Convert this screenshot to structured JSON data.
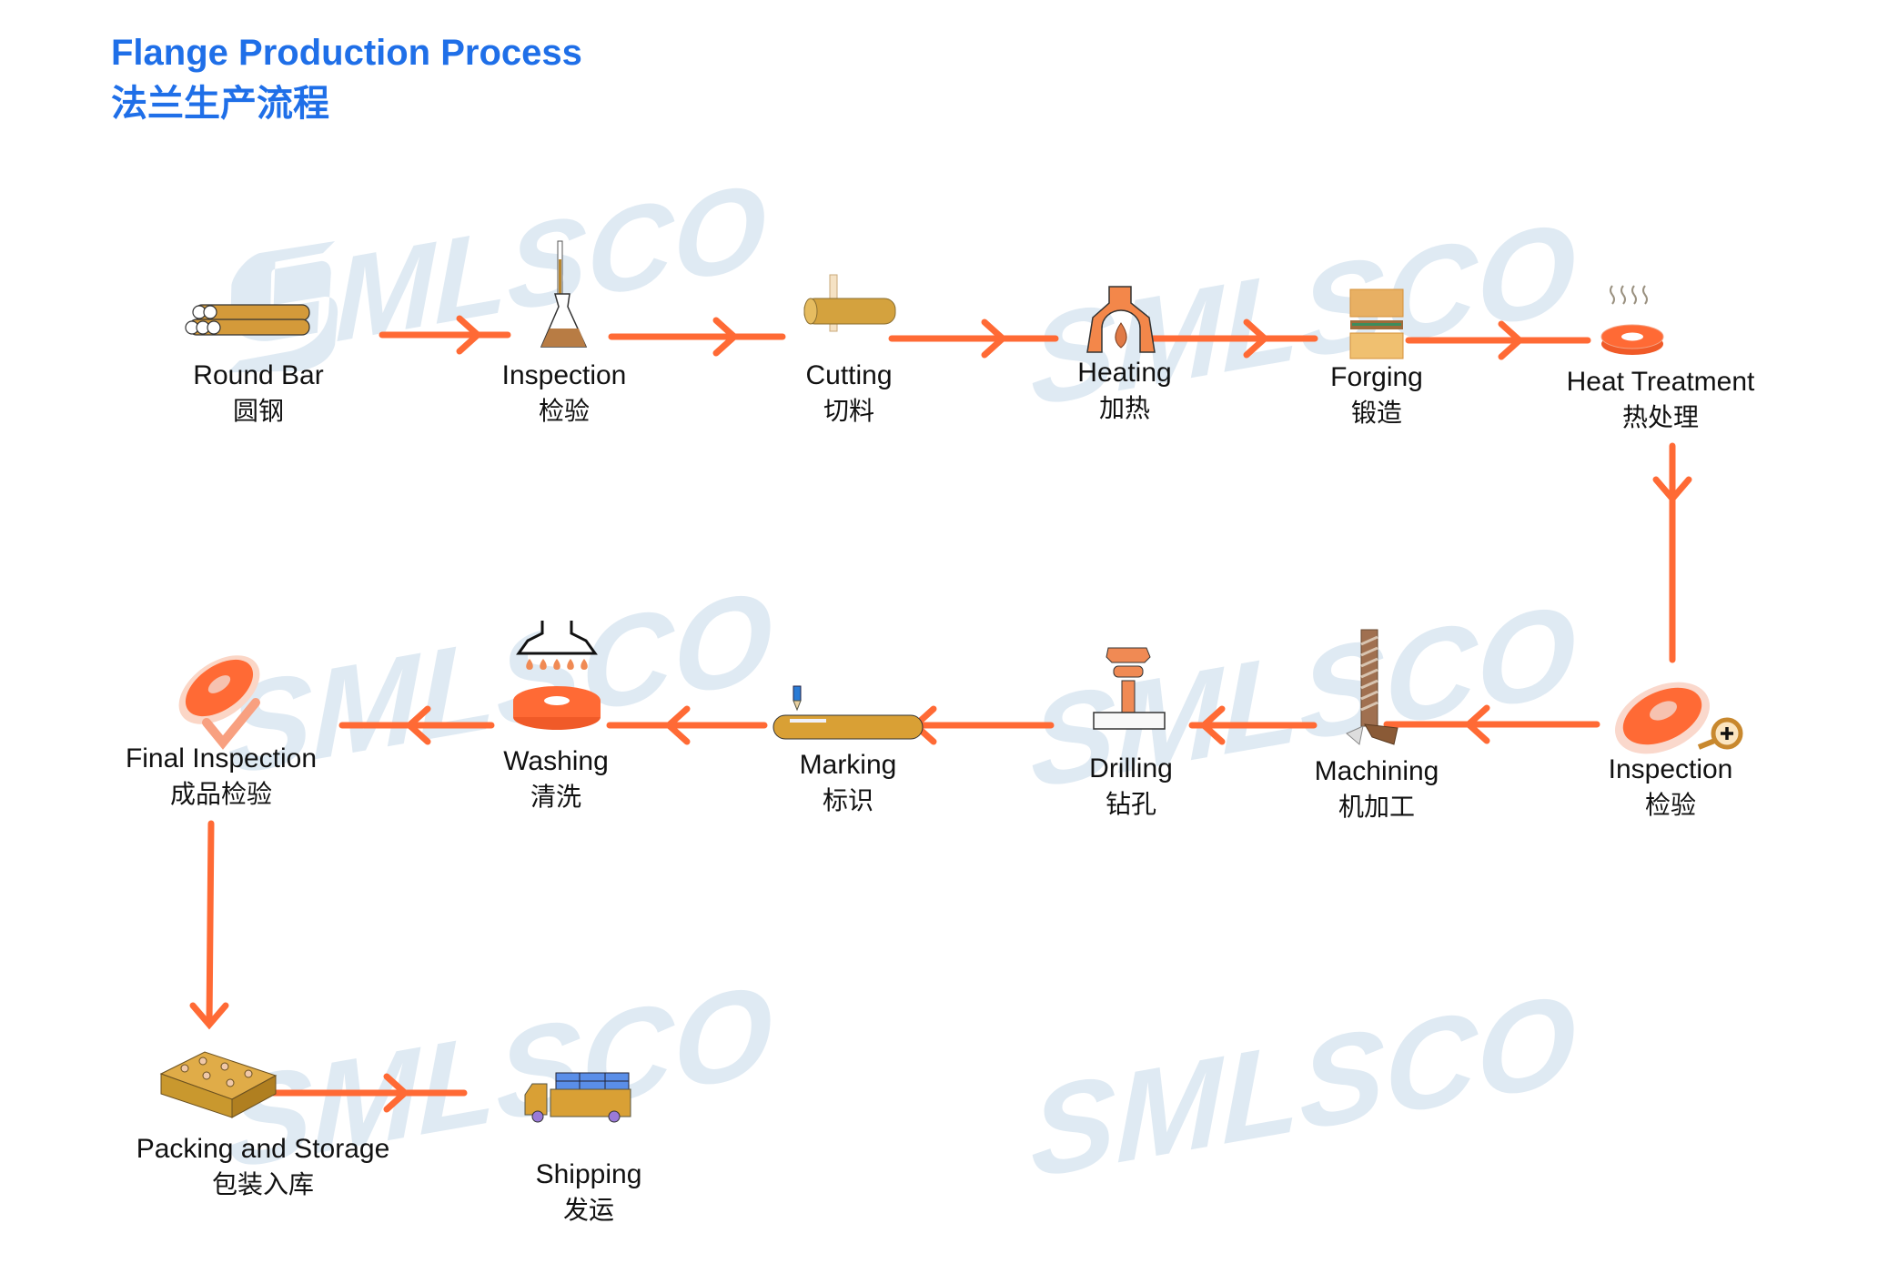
{
  "title": {
    "en": "Flange Production Process",
    "zh": "法兰生产流程",
    "color": "#1f6fe8"
  },
  "watermark": {
    "text": "SMLSCO",
    "color": "#dce8f2"
  },
  "arrow_color": "#ff6a35",
  "steps": [
    {
      "en": "Round Bar",
      "zh": "圆钢",
      "icon": "round-bar-icon"
    },
    {
      "en": "Inspection",
      "zh": "检验",
      "icon": "flask-icon"
    },
    {
      "en": "Cutting",
      "zh": "切料",
      "icon": "cutting-icon"
    },
    {
      "en": "Heating",
      "zh": "加热",
      "icon": "furnace-icon"
    },
    {
      "en": "Forging",
      "zh": "锻造",
      "icon": "forging-icon"
    },
    {
      "en": "Heat Treatment",
      "zh": "热处理",
      "icon": "heat-treatment-icon"
    },
    {
      "en": "Inspection",
      "zh": "检验",
      "icon": "flange-magnifier-icon"
    },
    {
      "en": "Machining",
      "zh": "机加工",
      "icon": "machining-tool-icon"
    },
    {
      "en": "Drilling",
      "zh": "钻孔",
      "icon": "drill-icon"
    },
    {
      "en": "Marking",
      "zh": "标识",
      "icon": "marking-pen-icon"
    },
    {
      "en": "Washing",
      "zh": "清洗",
      "icon": "shower-icon"
    },
    {
      "en": "Final Inspection",
      "zh": "成品检验",
      "icon": "flange-check-icon"
    },
    {
      "en": "Packing and Storage",
      "zh": "包装入库",
      "icon": "boxes-icon"
    },
    {
      "en": "Shipping",
      "zh": "发运",
      "icon": "truck-icon"
    }
  ]
}
